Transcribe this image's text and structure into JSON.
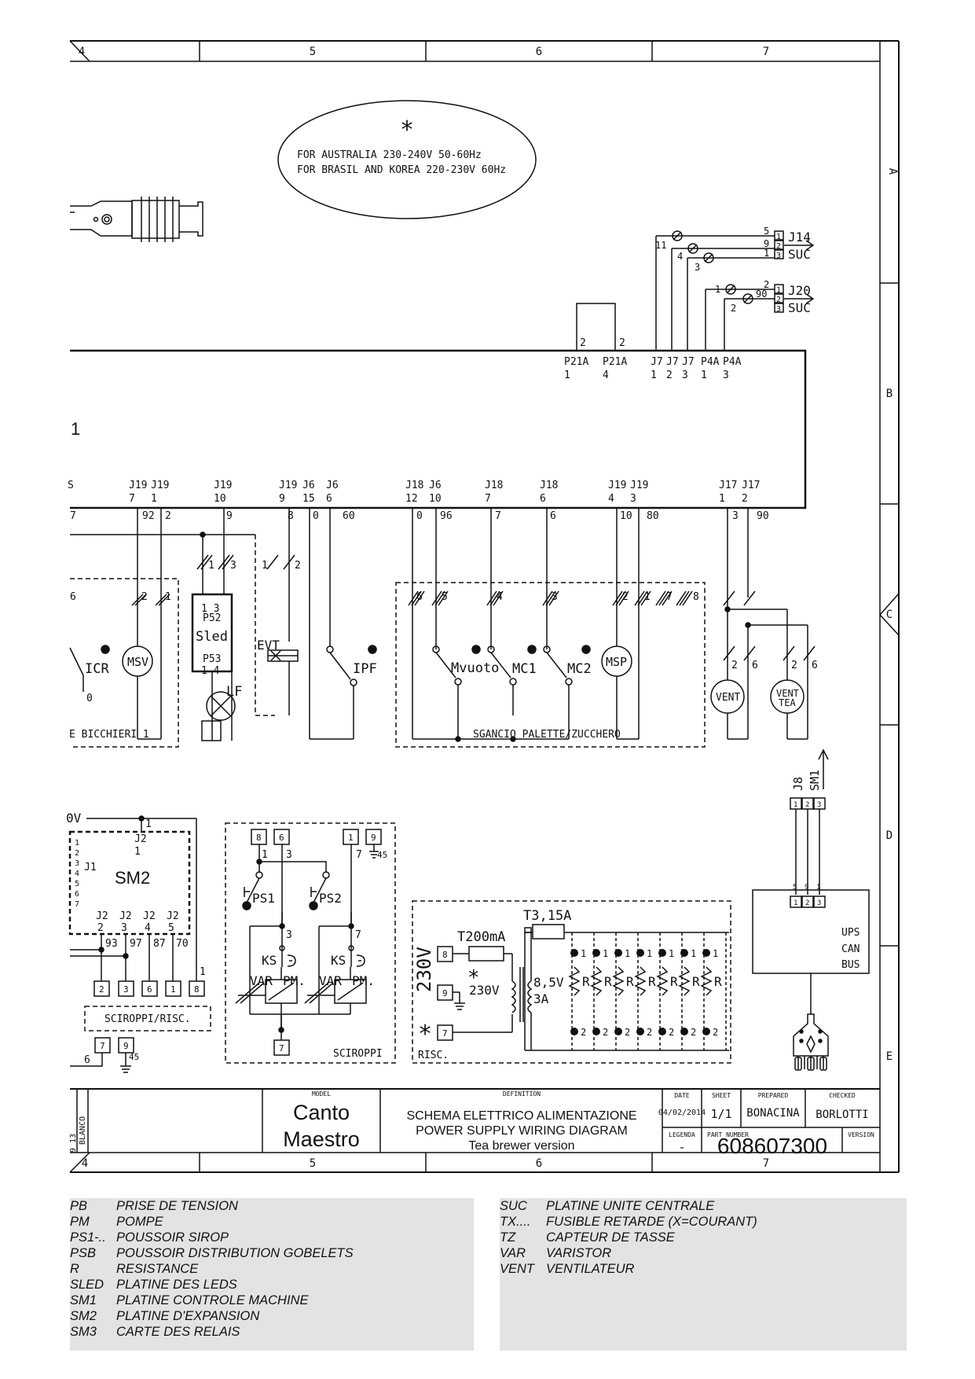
{
  "border": {
    "columns": [
      "4",
      "5",
      "6",
      "7"
    ],
    "rows": [
      "A",
      "B",
      "C",
      "D",
      "E"
    ]
  },
  "note": {
    "mark": "*",
    "line1": "FOR AUSTRALIA 230-240V 50-60Hz",
    "line2": "FOR BRASIL AND KOREA 220-230V 60Hz"
  },
  "board": {
    "label": "1",
    "top_conn": [
      {
        "pin": "2",
        "name": "P21A",
        "num": "1"
      },
      {
        "pin": "2",
        "name": "P21A",
        "num": "4"
      },
      {
        "name": "J7",
        "num": "1"
      },
      {
        "name": "J7",
        "num": "2"
      },
      {
        "name": "J7",
        "num": "3"
      },
      {
        "name": "P4A",
        "num": "1"
      },
      {
        "name": "P4A",
        "num": "3"
      }
    ],
    "bottom_conn": [
      {
        "name": "J19",
        "num": "7",
        "wire": "92"
      },
      {
        "name": "J19",
        "num": "1",
        "wire": "2"
      },
      {
        "name": "J19",
        "num": "10",
        "wire": "9"
      },
      {
        "name": "J19",
        "num": "9",
        "wire": "8"
      },
      {
        "name": "J6",
        "num": "15",
        "wire": "0"
      },
      {
        "name": "J6",
        "num": "6",
        "wire": "60"
      },
      {
        "name": "J18",
        "num": "12",
        "wire": "0"
      },
      {
        "name": "J6",
        "num": "10",
        "wire": "96"
      },
      {
        "name": "J18",
        "num": "7",
        "wire": "7"
      },
      {
        "name": "J18",
        "num": "6",
        "wire": "6"
      },
      {
        "name": "J19",
        "num": "4",
        "wire": "10"
      },
      {
        "name": "J19",
        "num": "3",
        "wire": "80"
      },
      {
        "name": "J17",
        "num": "1",
        "wire": "3"
      },
      {
        "name": "J17",
        "num": "2",
        "wire": "90"
      }
    ],
    "edge_labels": {
      "s": "S",
      "seven": "7"
    }
  },
  "connectors": {
    "j14": {
      "name": "J14",
      "dest": "SUC",
      "wires": [
        "5",
        "9",
        "1"
      ],
      "pins": [
        "1",
        "2",
        "3"
      ],
      "side": [
        "11",
        "4",
        "3"
      ]
    },
    "j20": {
      "name": "J20",
      "dest": "SUC",
      "wires": [
        "2",
        "90"
      ],
      "pins": [
        "1",
        "2",
        "3"
      ],
      "side": [
        "1",
        "2"
      ]
    }
  },
  "components": {
    "icr": "ICR",
    "msv": "MSV",
    "sled": "Sled",
    "p52": "P52",
    "p53": "P53",
    "sled_pins_top": "1  3",
    "sled_pins_bot": "1    4",
    "lf": "LF",
    "evt": "EVT",
    "ipf": "IPF",
    "mvuoto": "Mvuoto",
    "mc1": "MC1",
    "mc2": "MC2",
    "msp": "MSP",
    "vent": "VENT",
    "vent_tea_1": "VENT",
    "vent_tea_2": "TEA",
    "group_bicchieri": "E BICCHIERI 1",
    "group_sgancio": "SGANCIO PALETTE/ZUCCHERO"
  },
  "sm2": {
    "name": "SM2",
    "j1": "J1",
    "j2": "J2",
    "v": "0V",
    "left_pins": [
      "1",
      "2",
      "3",
      "4",
      "5",
      "6",
      "7"
    ],
    "j2_pins": [
      "2",
      "3",
      "4",
      "5"
    ],
    "wires": [
      "93",
      "97",
      "87",
      "70"
    ],
    "terminals": [
      "2",
      "3",
      "6",
      "1",
      "8"
    ],
    "group": "SCIROPPI/RISC.",
    "extra_terms": [
      "7",
      "9"
    ],
    "extra_wire": "6",
    "earth": "45"
  },
  "sciroppi": {
    "group": "SCIROPPI",
    "ps1": "PS1",
    "ps2": "PS2",
    "ks": "KS",
    "var": "VAR",
    "pm": "PM.",
    "top_terms": [
      "8",
      "6",
      "1",
      "9"
    ],
    "wires": [
      "1",
      "3",
      "7",
      "45",
      "3",
      "7"
    ],
    "bottom_term": "7"
  },
  "risc": {
    "group": "RISC.",
    "voltage": "230V",
    "star": "*",
    "fuse1": "T200mA",
    "fuse2": "T3,15A",
    "trafo_in": "230V",
    "trafo_out1": "8,5V",
    "trafo_out2": "3A",
    "terms": [
      "8",
      "9",
      "7"
    ],
    "resistor": "R",
    "pin_top": "1",
    "pin_bot": "2"
  },
  "ups": {
    "sm1": "SM1",
    "j8": "J8",
    "pins": [
      "1",
      "2",
      "3"
    ],
    "wires": [
      "5",
      "9",
      "1"
    ],
    "line1": "UPS",
    "line2": "CAN",
    "line3": "BUS"
  },
  "title_block": {
    "model_label": "MODEL",
    "model_1": "Canto",
    "model_2": "Maestro",
    "definition_label": "DEFINITION",
    "def_1": "SCHEMA ELETTRICO ALIMENTAZIONE",
    "def_2": "POWER SUPPLY WIRING DIAGRAM",
    "def_3": "Tea brewer version",
    "date_label": "DATE",
    "date": "04/02/2014",
    "sheet_label": "SHEET",
    "sheet": "1/1",
    "prepared_label": "PREPARED",
    "prepared": "BONACINA",
    "checked_label": "CHECKED",
    "checked": "BORLOTTI",
    "legenda_label": "LEGENDA",
    "legenda": "-",
    "part_label": "PART NUMBER",
    "part": "608607300",
    "version_label": "VERSION",
    "side_text": "BLANCO",
    "side_nums": "9 13"
  },
  "legend": {
    "left": [
      {
        "key": "PB",
        "value": "PRISE DE TENSION"
      },
      {
        "key": "PM",
        "value": "POMPE"
      },
      {
        "key": "PS1-..",
        "value": "POUSSOIR SIROP"
      },
      {
        "key": "PSB",
        "value": "POUSSOIR DISTRIBUTION GOBELETS"
      },
      {
        "key": "R",
        "value": "RESISTANCE"
      },
      {
        "key": "SLED",
        "value": "PLATINE DES LEDS"
      },
      {
        "key": "SM1",
        "value": "PLATINE CONTROLE MACHINE"
      },
      {
        "key": "SM2",
        "value": "PLATINE D'EXPANSION"
      },
      {
        "key": "SM3",
        "value": "CARTE DES RELAIS"
      }
    ],
    "right": [
      {
        "key": "SUC",
        "value": "PLATINE UNITE CENTRALE"
      },
      {
        "key": "TX....",
        "value": "FUSIBLE RETARDE (X=COURANT)"
      },
      {
        "key": "TZ",
        "value": "CAPTEUR DE TASSE"
      },
      {
        "key": "VAR",
        "value": "VARISTOR"
      },
      {
        "key": "VENT",
        "value": "VENTILATEUR"
      }
    ]
  }
}
